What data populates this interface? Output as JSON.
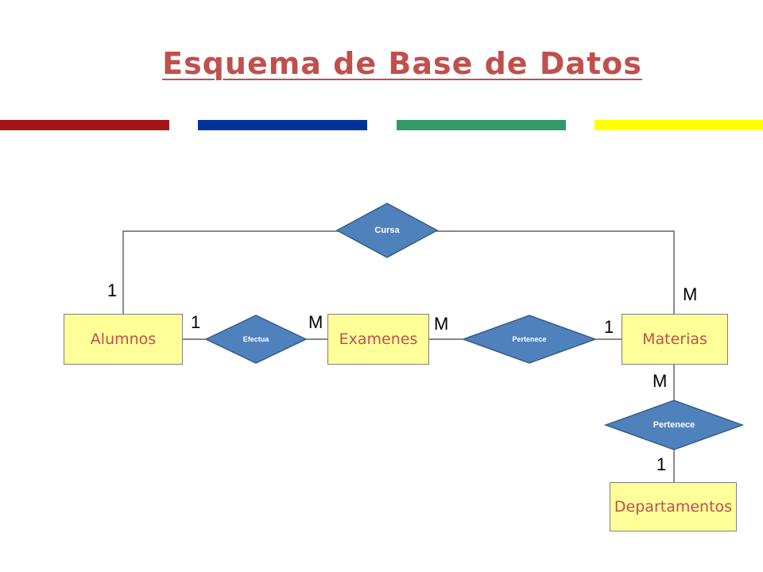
{
  "title": "Esquema de Base de Datos",
  "colors": {
    "title": "#c0504d",
    "stripes": [
      "#a31515",
      "#003399",
      "#339966",
      "#ffff00"
    ],
    "entity_fill": "#ffff99",
    "relationship_fill": "#4f81bd",
    "relationship_stroke": "#385d8a"
  },
  "entities": {
    "alumnos": "Alumnos",
    "examenes": "Examenes",
    "materias": "Materias",
    "departamentos": "Departamentos"
  },
  "relationships": {
    "cursa": "Cursa",
    "efectua": "Efectua",
    "pertenece_examenes_materias": "Pertenece",
    "pertenece_materias_departamentos": "Pertenece"
  },
  "cardinalities": {
    "alumnos_cursa": "1",
    "materias_cursa": "M",
    "alumnos_efectua": "1",
    "examenes_efectua": "M",
    "examenes_pertenece": "M",
    "materias_pertenece": "1",
    "materias_dept": "M",
    "dept_pertenece": "1"
  }
}
